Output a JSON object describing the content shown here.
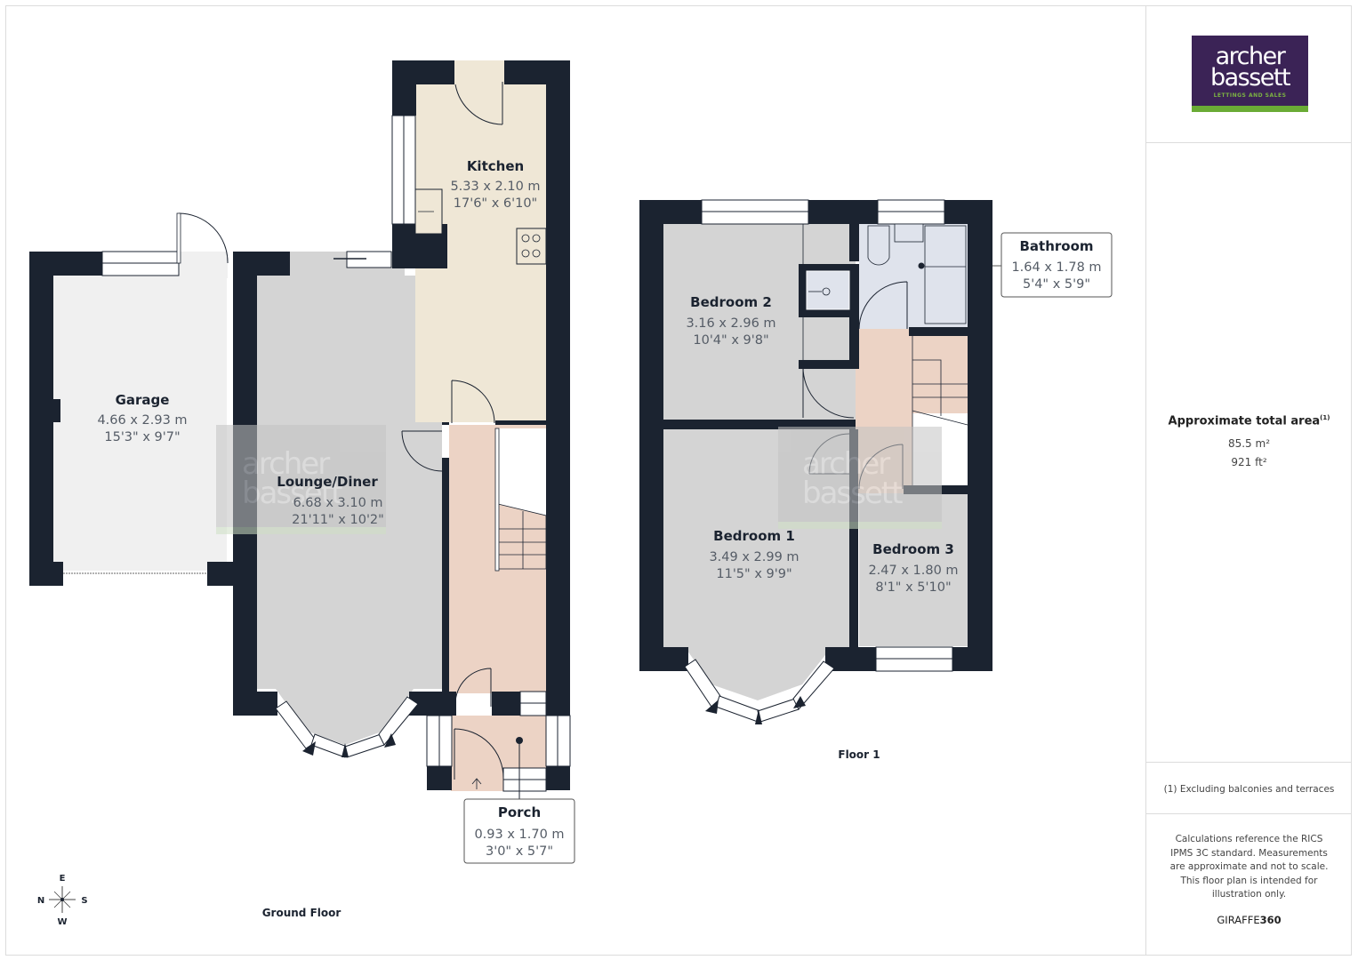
{
  "brand": {
    "logo_line1": "archer",
    "logo_line2": "bassett",
    "logo_tagline": "LETTINGS AND SALES",
    "logo_bg": "#3b2356",
    "logo_accent": "#6aab35",
    "wall_color": "#1b2330"
  },
  "summary": {
    "title": "Approximate total area",
    "title_footnote_mark": "(1)",
    "area_m2": "85.5 m²",
    "area_ft2": "921 ft²",
    "footnote": "(1) Excluding balconies and terraces",
    "disclaimer": "Calculations reference the RICS IPMS 3C standard. Measurements are approximate and not to scale. This floor plan is intended for illustration only.",
    "provider_prefix": "GIRAFFE",
    "provider_suffix": "360"
  },
  "compass": {
    "north": "N",
    "south": "S",
    "east": "E",
    "west": "W"
  },
  "floors": [
    {
      "label": "Ground Floor",
      "rooms": [
        {
          "name": "Kitchen",
          "metric": "5.33 x 2.10 m",
          "imperial": "17'6\" x 6'10\"",
          "color": "#efe7d6"
        },
        {
          "name": "Garage",
          "metric": "4.66 x 2.93 m",
          "imperial": "15'3\" x 9'7\"",
          "color": "#f0f0f0"
        },
        {
          "name": "Lounge/Diner",
          "metric": "6.68 x 3.10 m",
          "imperial": "21'11\" x 10'2\"",
          "color": "#d4d4d4"
        },
        {
          "name": "Porch",
          "metric": "0.93 x 1.70 m",
          "imperial": "3'0\" x 5'7\"",
          "color": "#ecd3c5"
        }
      ]
    },
    {
      "label": "Floor 1",
      "rooms": [
        {
          "name": "Bedroom 2",
          "metric": "3.16 x 2.96 m",
          "imperial": "10'4\" x 9'8\"",
          "color": "#d4d4d4"
        },
        {
          "name": "Bathroom",
          "metric": "1.64 x 1.78 m",
          "imperial": "5'4\" x 5'9\"",
          "color": "#dfe3ec"
        },
        {
          "name": "Bedroom 1",
          "metric": "3.49 x 2.99 m",
          "imperial": "11'5\" x 9'9\"",
          "color": "#d4d4d4"
        },
        {
          "name": "Bedroom 3",
          "metric": "2.47 x 1.80 m",
          "imperial": "8'1\" x 5'10\"",
          "color": "#d4d4d4"
        }
      ]
    }
  ],
  "watermark": {
    "line1": "archer",
    "line2": "bassett",
    "tagline": "LETTINGS AND SALES"
  }
}
